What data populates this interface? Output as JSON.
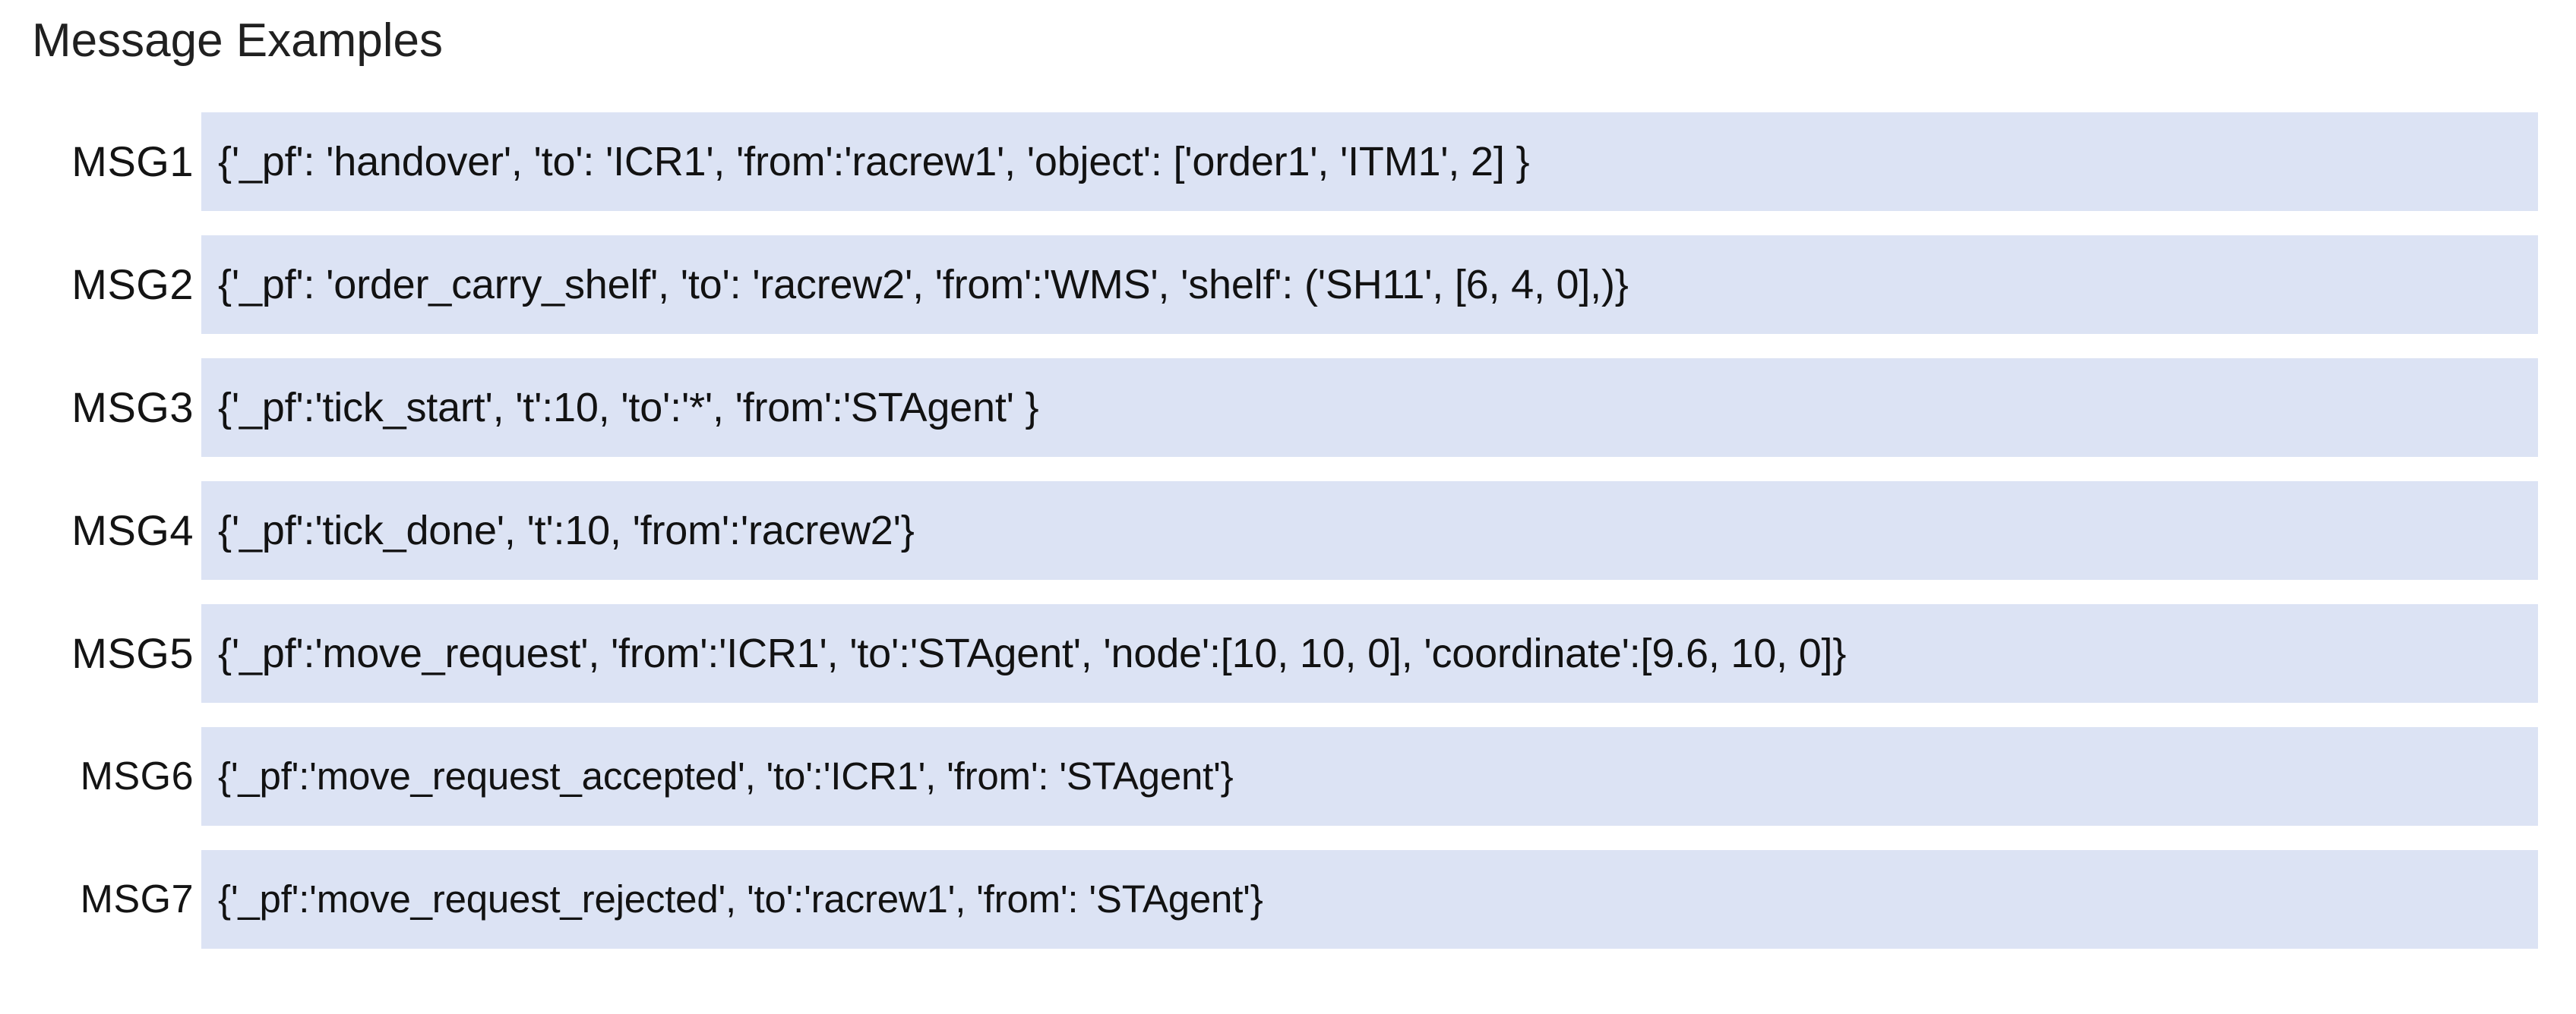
{
  "page": {
    "title": "Message Examples",
    "background_color": "#ffffff",
    "highlight_color": "#dce3f4",
    "text_color": "#121212"
  },
  "messages": [
    {
      "label": "MSG1",
      "text": "{'_pf': 'handover', 'to': 'ICR1',  'from':'racrew1',  'object': ['order1', 'ITM1', 2] }"
    },
    {
      "label": "MSG2",
      "text": "{'_pf': 'order_carry_shelf', 'to': 'racrew2',  'from':'WMS', 'shelf': ('SH11', [6, 4, 0],)}"
    },
    {
      "label": "MSG3",
      "text": "{'_pf':'tick_start', 't':10, 'to':'*', 'from':'STAgent' }"
    },
    {
      "label": "MSG4",
      "text": "{'_pf':'tick_done', 't':10, 'from':'racrew2'}"
    },
    {
      "label": "MSG5",
      "text": "{'_pf':'move_request', 'from':'ICR1', 'to':'STAgent', 'node':[10, 10, 0], 'coordinate':[9.6, 10, 0]}"
    },
    {
      "label": "MSG6",
      "text": "{'_pf':'move_request_accepted', 'to':'ICR1', 'from': 'STAgent'}"
    },
    {
      "label": "MSG7",
      "text": "{'_pf':'move_request_rejected', 'to':'racrew1', 'from': 'STAgent'}"
    }
  ]
}
